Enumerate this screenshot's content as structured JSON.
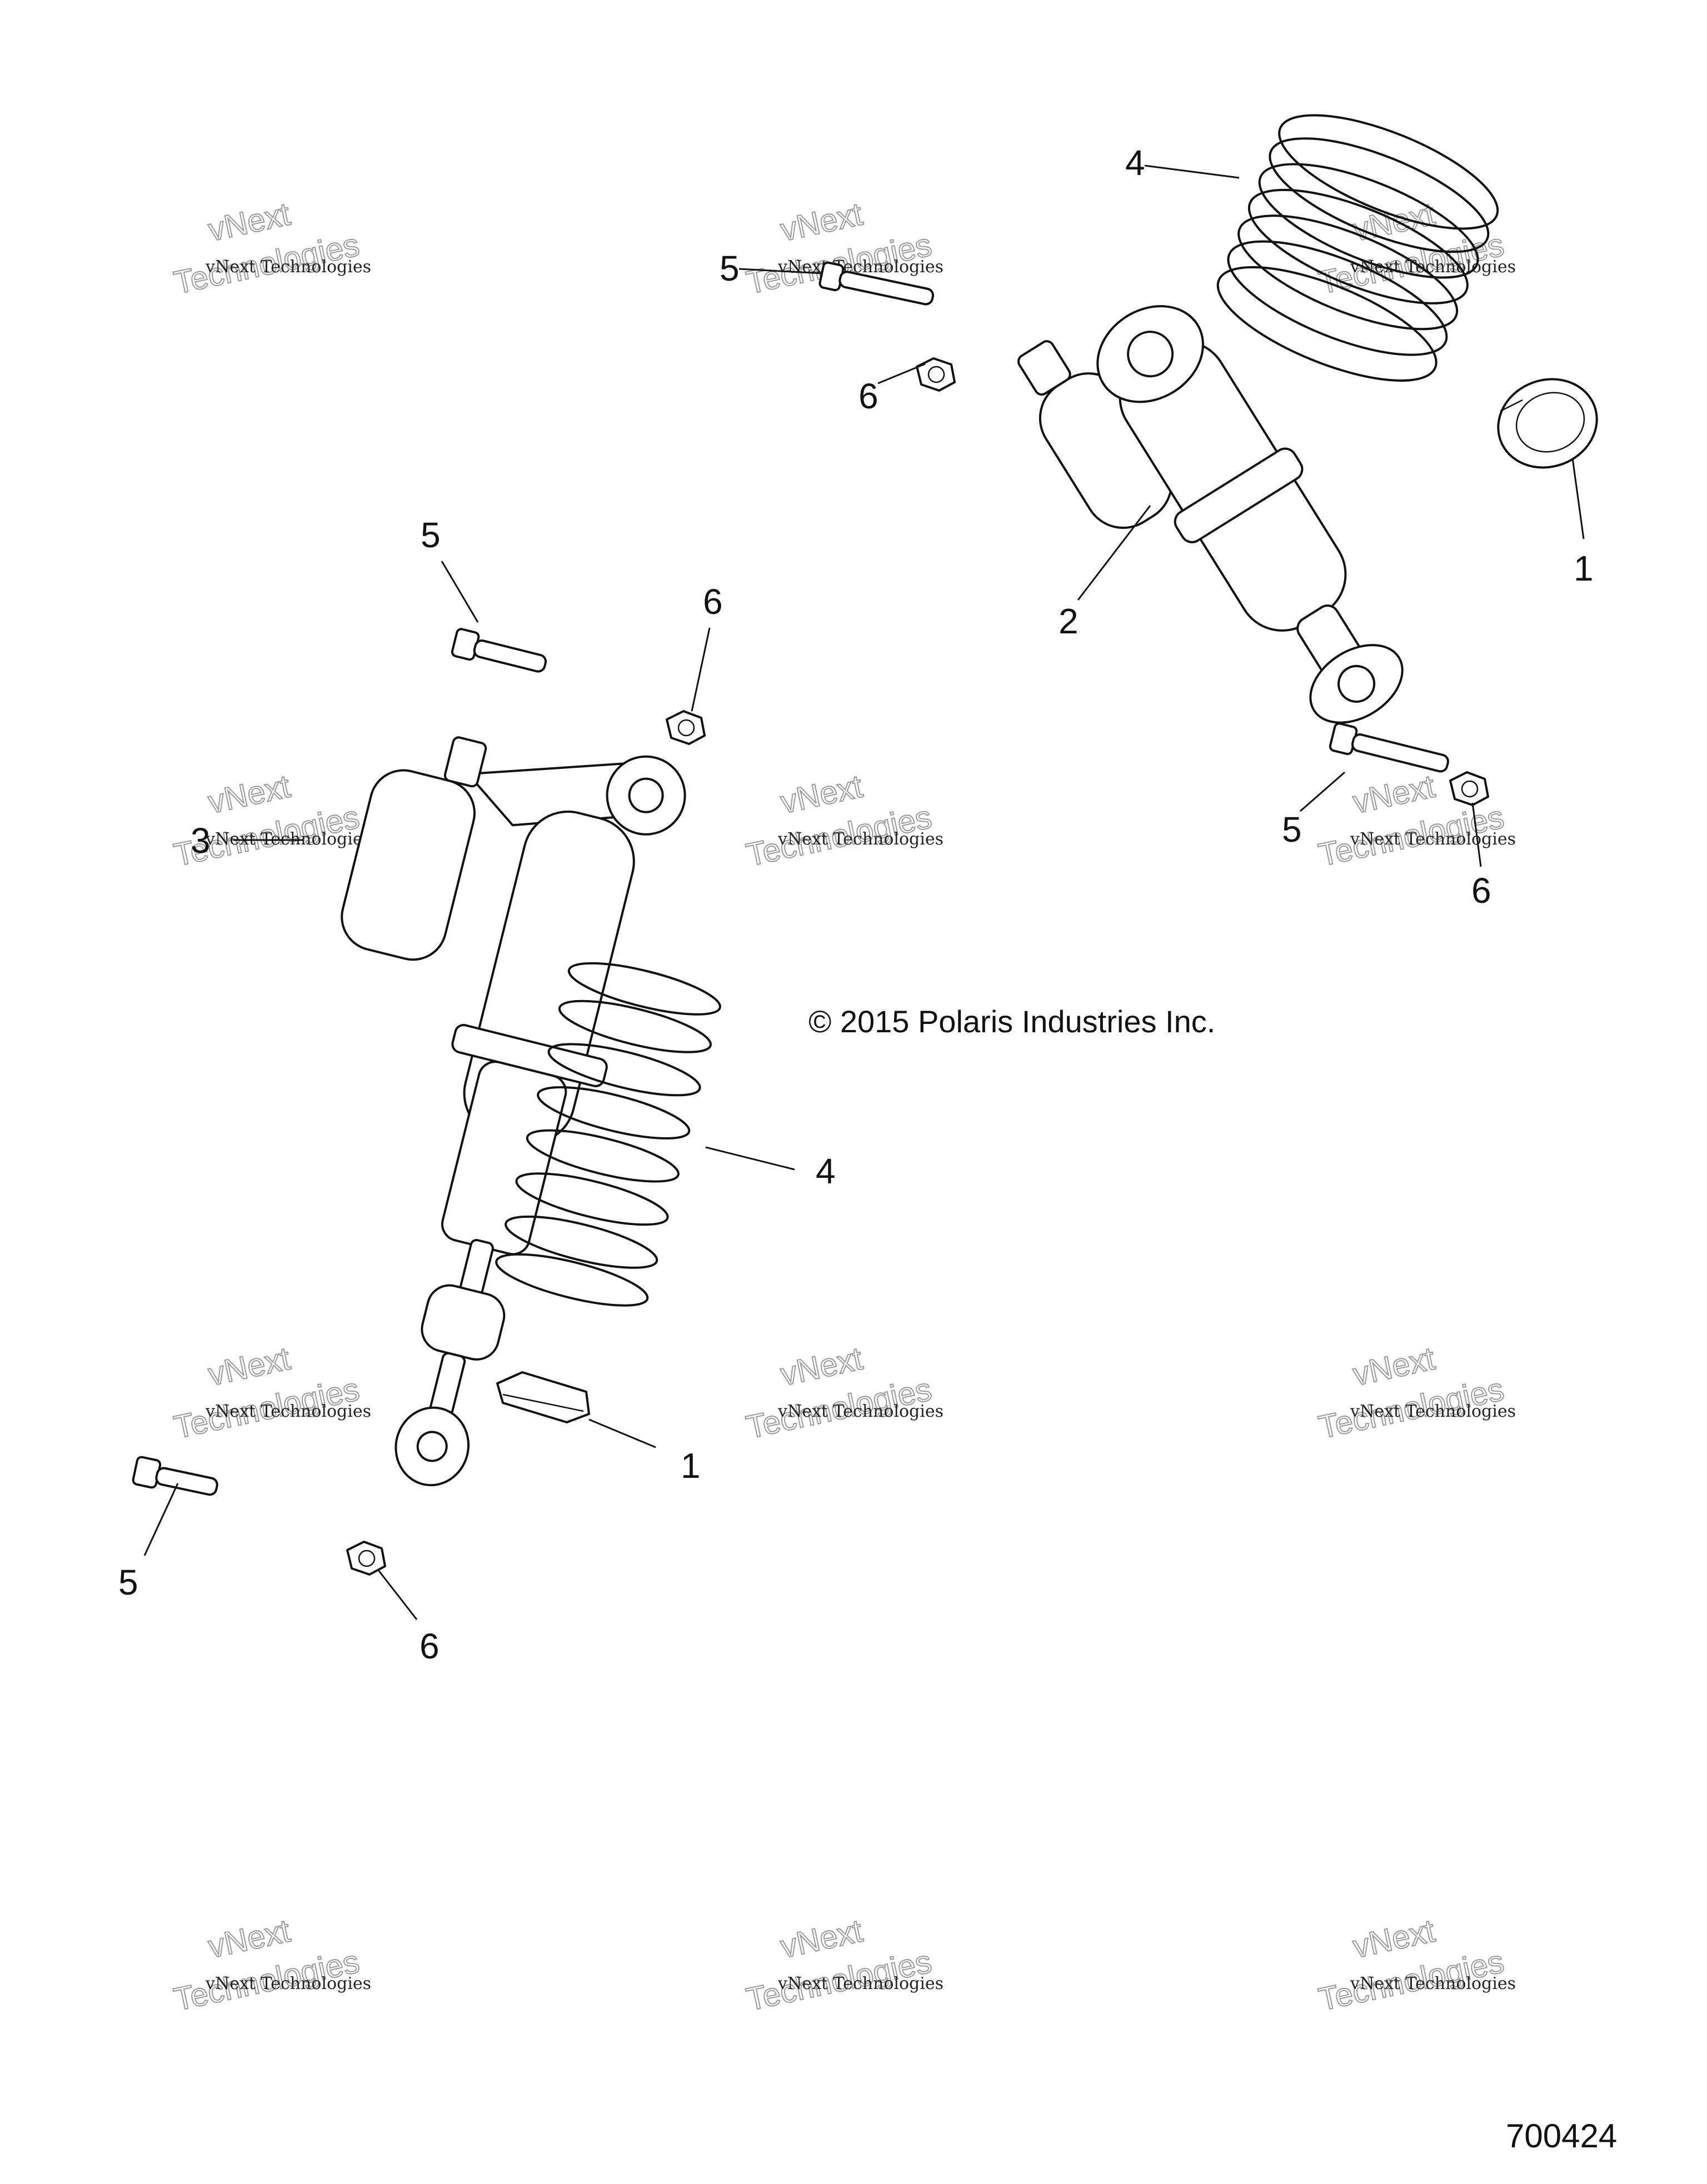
{
  "callouts": {
    "top_spring": "4",
    "top_bolt": "5",
    "top_nut": "6",
    "top_retainer": "1",
    "top_shock": "2",
    "left_bolt_upper": "5",
    "left_nut_upper": "6",
    "left_shock": "3",
    "right_bolt": "5",
    "right_nut": "6",
    "left_spring": "4",
    "left_retainer": "1",
    "left_bolt_lower": "5",
    "left_nut_lower": "6"
  },
  "copyright": "© 2015 Polaris Industries Inc.",
  "figure_number": "700424",
  "watermark": {
    "line1": "vNext Technologies",
    "line2": "vNext",
    "line3": "Technologies"
  },
  "colors": {
    "ink": "#111111",
    "watermark": "#9a9a9a",
    "background": "#ffffff"
  }
}
